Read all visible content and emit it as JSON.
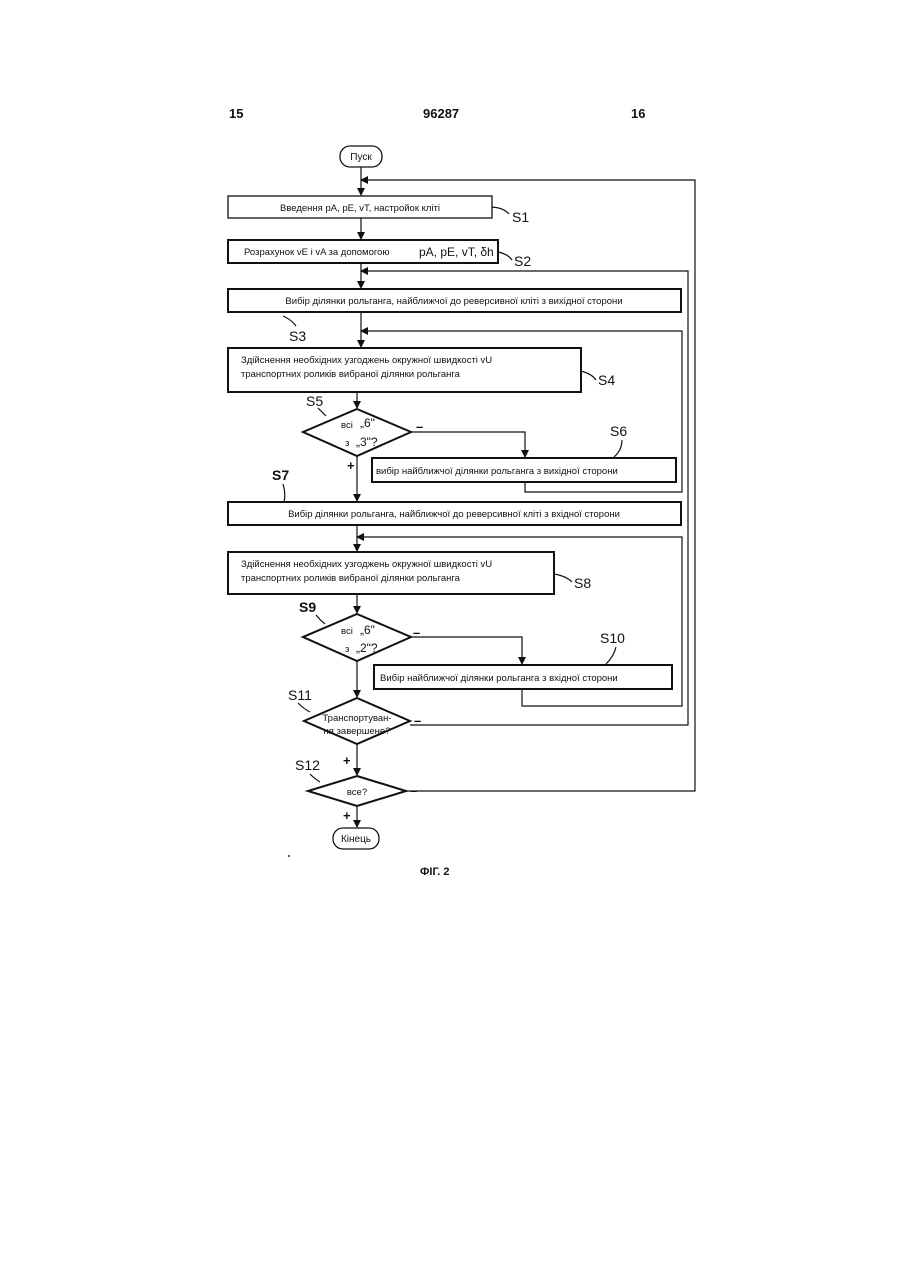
{
  "header": {
    "left_page": "15",
    "patent_number": "96287",
    "right_page": "16"
  },
  "flowchart": {
    "start": "Пуск",
    "end": "Кінець",
    "steps": {
      "s1": {
        "label": "S1",
        "text": "Введення pA, pE, vT, настройок кліті"
      },
      "s2": {
        "label": "S2",
        "text_a": "Розрахунок vE i vA за допомогою",
        "text_b": "pA, pE, vT, δh"
      },
      "s3": {
        "label": "S3",
        "text": "Вибір ділянки рольганга, найближчої до реверсивної кліті з вихідної сторони"
      },
      "s4": {
        "label": "S4",
        "line1": "Здійснення необхідних узгоджень окружної швидкості vU",
        "line2": "транспортних роликів вибраної ділянки рольганга"
      },
      "s5": {
        "label": "S5",
        "line1": "всі",
        "q1": "„6\"",
        "line2": "з",
        "q2": "„3\"?"
      },
      "s6": {
        "label": "S6",
        "text": "вибір найближчої ділянки рольганга з вихідної сторони"
      },
      "s7": {
        "label": "S7",
        "text": "Вибір ділянки рольганга, найближчої до реверсивної кліті з вхідної сторони"
      },
      "s8": {
        "label": "S8",
        "line1": "Здійснення необхідних узгоджень окружної швидкості vU",
        "line2": "транспортних роликів вибраної ділянки рольганга"
      },
      "s9": {
        "label": "S9",
        "line1": "всі",
        "q1": "„6\"",
        "line2": "з",
        "q2": "„2\"?"
      },
      "s10": {
        "label": "S10",
        "text": "Вибір найближчої ділянки рольганга з вхідної сторони"
      },
      "s11": {
        "label": "S11",
        "line1": "Транспортуван-",
        "line2": "ня завершене?"
      },
      "s12": {
        "label": "S12",
        "text": "все?"
      }
    },
    "signs": {
      "plus": "+",
      "minus": "–"
    }
  },
  "caption": "ФІГ. 2"
}
